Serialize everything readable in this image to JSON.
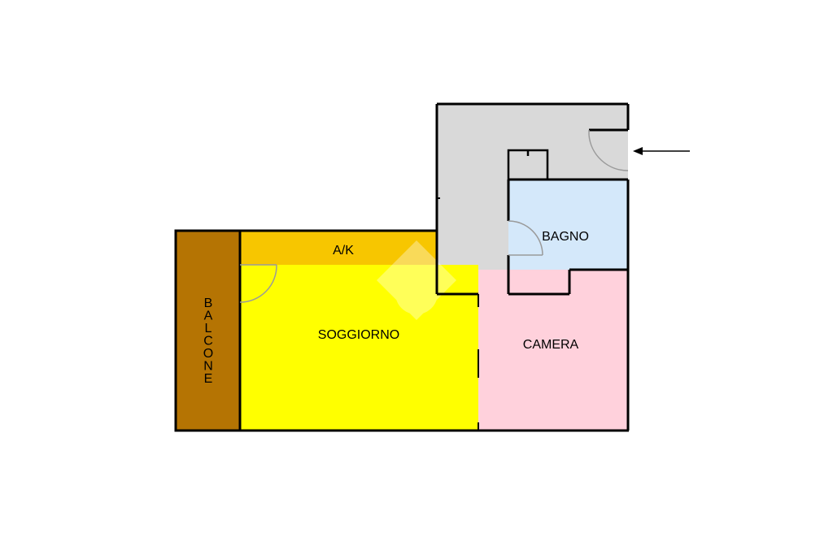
{
  "rooms": {
    "balcone": {
      "label": "BALCONE",
      "color": "#b57403"
    },
    "ak": {
      "label": "A/K",
      "color": "#f7c600"
    },
    "soggiorno": {
      "label": "SOGGIORNO",
      "color": "#ffff00"
    },
    "camera": {
      "label": "CAMERA",
      "color": "#ffd1dc"
    },
    "bagno": {
      "label": "BAGNO",
      "color": "#d4e8fa"
    },
    "ingresso": {
      "color": "#d9d9d9"
    }
  },
  "colors": {
    "wall": "#000000",
    "door_swing": "#9a9a9a"
  },
  "icons": {
    "entrance": "arrow-left-icon",
    "watermark": "house-logo-icon"
  }
}
